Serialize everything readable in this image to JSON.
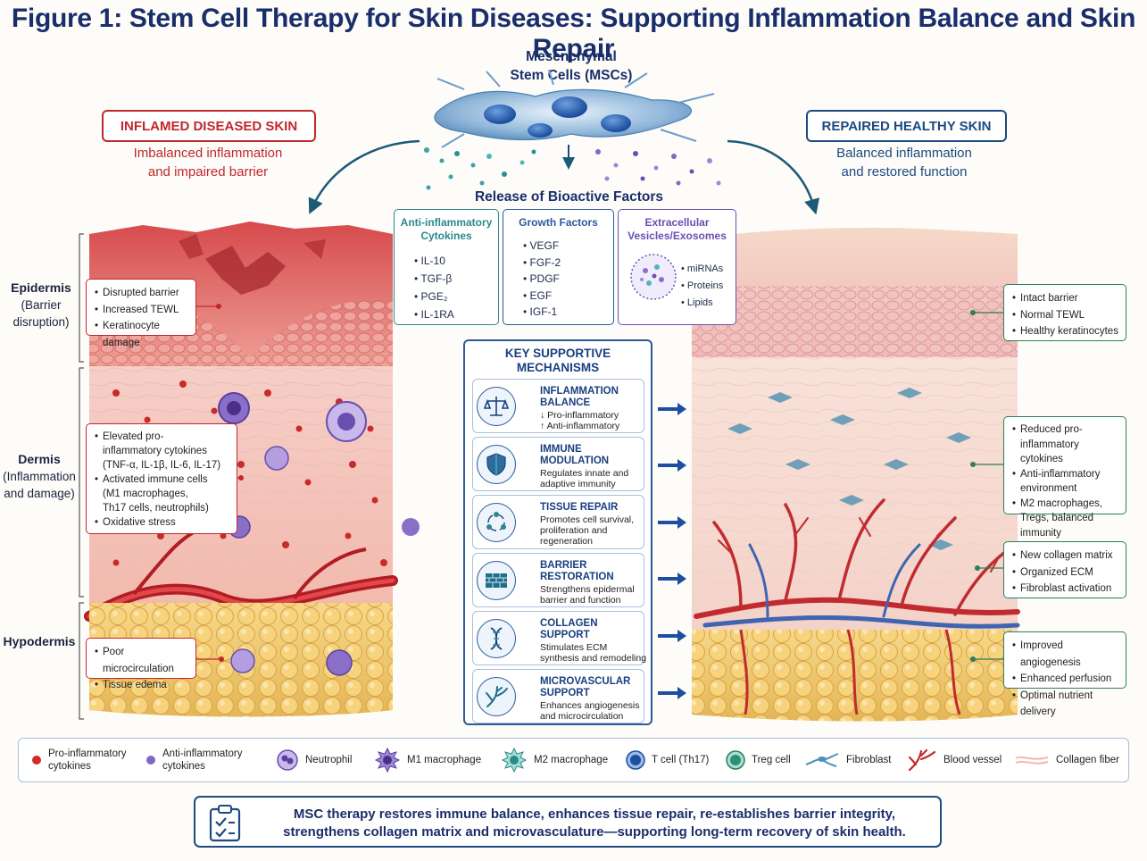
{
  "title": "Figure 1: Stem Cell Therapy for Skin Diseases: Supporting Inflammation Balance and Skin Repair",
  "msc": {
    "label_line1": "Mesenchymal",
    "label_line2": "Stem Cells (MSCs)",
    "release_label": "Release of Bioactive Factors"
  },
  "left": {
    "badge": "INFLAMED DISEASED SKIN",
    "sub_line1": "Imbalanced inflammation",
    "sub_line2": "and impaired barrier",
    "callouts": [
      [
        "Disrupted barrier",
        "Increased TEWL",
        "Keratinocyte damage"
      ],
      [
        "Elevated pro-",
        "inflammatory cytokines",
        "(TNF-α, IL-1β, IL-6, IL-17)",
        "Activated immune cells",
        "(M1 macrophages,",
        "Th17 cells, neutrophils)",
        "Oxidative stress"
      ],
      [
        "Poor microcirculation",
        "Tissue edema"
      ]
    ]
  },
  "right": {
    "badge": "REPAIRED HEALTHY SKIN",
    "sub_line1": "Balanced inflammation",
    "sub_line2": "and restored function",
    "callouts": [
      [
        "Intact barrier",
        "Normal TEWL",
        "Healthy keratinocytes"
      ],
      [
        "Reduced pro-",
        "inflammatory cytokines",
        "Anti-inflammatory",
        "environment",
        "M2 macrophages,",
        "Tregs, balanced immunity"
      ],
      [
        "New collagen matrix",
        "Organized ECM",
        "Fibroblast activation"
      ],
      [
        "Improved angiogenesis",
        "Enhanced perfusion",
        "Optimal nutrient delivery"
      ]
    ]
  },
  "layers": {
    "epidermis": [
      "Epidermis",
      "(Barrier",
      "disruption)"
    ],
    "dermis": [
      "Dermis",
      "(Inflammation",
      "and damage)"
    ],
    "hypodermis": [
      "Hypodermis"
    ]
  },
  "factors": [
    {
      "header_line1": "Anti-inflammatory",
      "header_line2": "Cytokines",
      "items": [
        "IL-10",
        "TGF-β",
        "PGE₂",
        "IL-1RA"
      ]
    },
    {
      "header_line1": "Growth Factors",
      "header_line2": "",
      "items": [
        "VEGF",
        "FGF-2",
        "PDGF",
        "EGF",
        "IGF-1"
      ]
    },
    {
      "header_line1": "Extracellular",
      "header_line2": "Vesicles/Exosomes",
      "items": [
        "miRNAs",
        "Proteins",
        "Lipids"
      ]
    }
  ],
  "mechanisms": {
    "heading_line1": "KEY SUPPORTIVE",
    "heading_line2": "MECHANISMS",
    "items": [
      {
        "title": [
          "INFLAMMATION",
          "BALANCE"
        ],
        "desc": [
          "↓ Pro-inflammatory",
          "↑ Anti-inflammatory"
        ],
        "icon": "scale-icon"
      },
      {
        "title": [
          "IMMUNE",
          "MODULATION"
        ],
        "desc": [
          "Regulates innate and",
          "adaptive immunity"
        ],
        "icon": "shield-icon"
      },
      {
        "title": [
          "TISSUE REPAIR"
        ],
        "desc": [
          "Promotes cell survival,",
          "proliferation and",
          "regeneration"
        ],
        "icon": "cycle-icon"
      },
      {
        "title": [
          "BARRIER",
          "RESTORATION"
        ],
        "desc": [
          "Strengthens epidermal",
          "barrier and function"
        ],
        "icon": "brick-wall-icon"
      },
      {
        "title": [
          "COLLAGEN",
          "SUPPORT"
        ],
        "desc": [
          "Stimulates ECM",
          "synthesis and remodeling"
        ],
        "icon": "dna-helix-icon"
      },
      {
        "title": [
          "MICROVASCULAR",
          "SUPPORT"
        ],
        "desc": [
          "Enhances angiogenesis",
          "and microcirculation"
        ],
        "icon": "vessel-branch-icon"
      }
    ]
  },
  "legend": [
    {
      "label": [
        "Pro-inflammatory",
        "cytokines"
      ],
      "icon": "red-dot-icon"
    },
    {
      "label": [
        "Anti-inflammatory",
        "cytokines"
      ],
      "icon": "purple-dot-icon"
    },
    {
      "label": [
        "Neutrophil"
      ],
      "icon": "neutrophil-icon"
    },
    {
      "label": [
        "M1 macrophage"
      ],
      "icon": "m1-macrophage-icon"
    },
    {
      "label": [
        "M2 macrophage"
      ],
      "icon": "m2-macrophage-icon"
    },
    {
      "label": [
        "T cell (Th17)"
      ],
      "icon": "t-cell-icon"
    },
    {
      "label": [
        "Treg cell"
      ],
      "icon": "treg-cell-icon"
    },
    {
      "label": [
        "Fibroblast"
      ],
      "icon": "fibroblast-icon"
    },
    {
      "label": [
        "Blood vessel"
      ],
      "icon": "blood-vessel-icon"
    },
    {
      "label": [
        "Collagen fiber"
      ],
      "icon": "collagen-fiber-icon"
    }
  ],
  "summary": {
    "line1": "MSC therapy restores immune balance, enhances tissue repair, re-establishes barrier integrity,",
    "line2": "strengthens collagen matrix and microvasculature—supporting long-term recovery of skin health.",
    "icon": "clipboard-check-icon"
  },
  "colors": {
    "navy": "#1a2e6b",
    "inflamed_red": "#c0282d",
    "healthy_blue": "#1d4a80",
    "callout_green": "#2e7d5b",
    "factor_teal": "#2a8a8a",
    "factor_purple": "#6a4fb0"
  }
}
